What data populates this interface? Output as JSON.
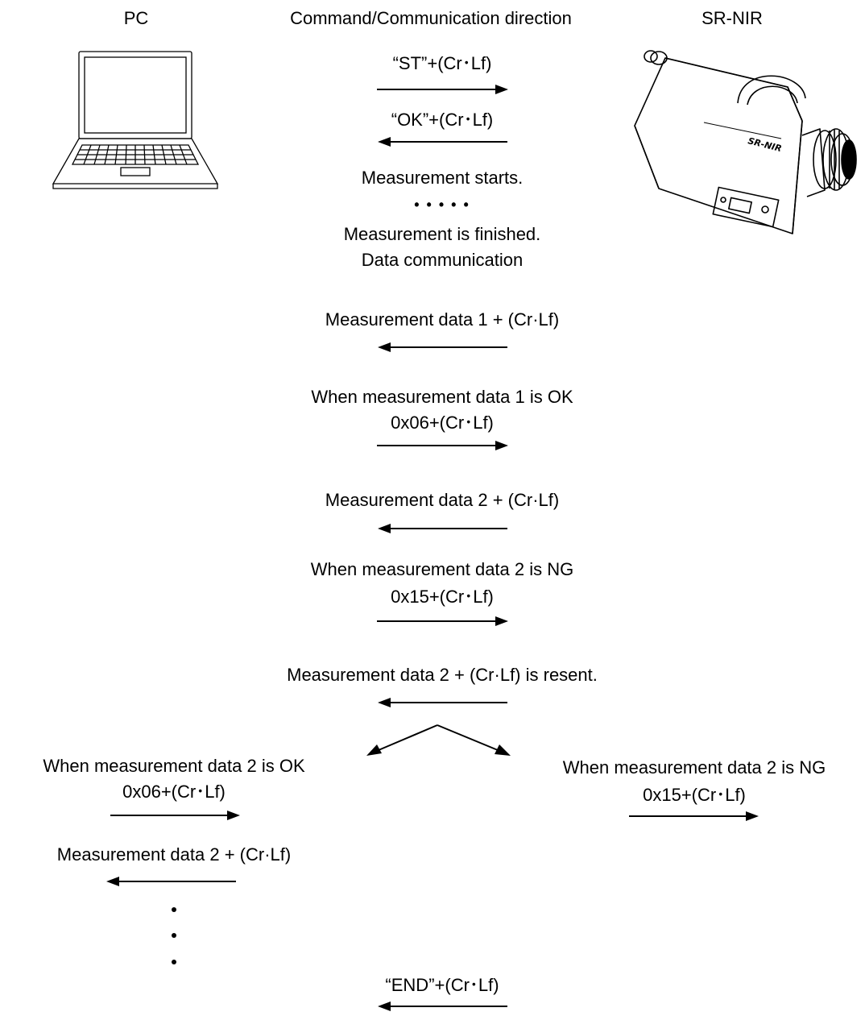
{
  "header": {
    "pc_label": "PC",
    "direction_label": "Command/Communication direction",
    "device_label": "SR-NIR"
  },
  "device_brand_text": "SR-NIR",
  "icons": {
    "pc": "laptop-icon",
    "device": "spectroradiometer-icon"
  },
  "steps": {
    "st_command": "“ST”+(Cr･Lf)",
    "ok_reply": "“OK”+(Cr･Lf)",
    "measurement_starts": "Measurement starts.",
    "progress_dots": "• • • • •",
    "measurement_finished": "Measurement is finished.",
    "data_communication": "Data communication",
    "data1": "Measurement data 1 + (Cr·Lf)",
    "data1_ok": "When measurement data 1 is OK",
    "ack1": "0x06+(Cr･Lf)",
    "data2": "Measurement data 2 + (Cr·Lf)",
    "data2_ng": "When measurement data 2 is NG",
    "nak1": "0x15+(Cr･Lf)",
    "data2_resent": "Measurement data 2 + (Cr·Lf) is resent.",
    "branch_ok_label": "When measurement data 2 is OK",
    "branch_ok_code": "0x06+(Cr･Lf)",
    "branch_ng_label": "When measurement data 2 is NG",
    "branch_ng_code": "0x15+(Cr･Lf)",
    "branch_data2": "Measurement data 2 + (Cr·Lf)",
    "end_command": "“END”+(Cr･Lf)"
  }
}
